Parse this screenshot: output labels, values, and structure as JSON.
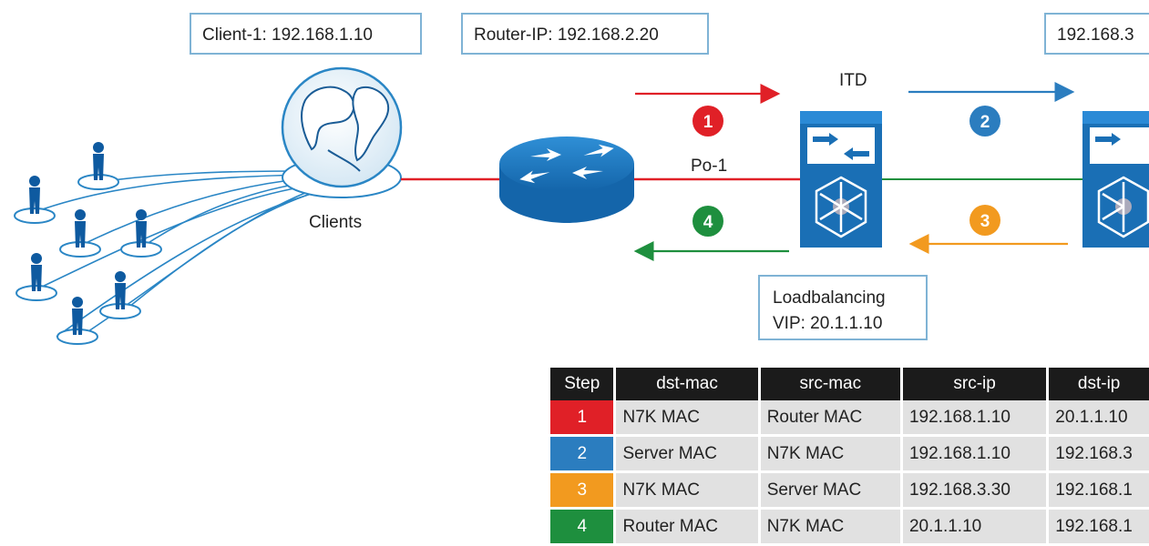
{
  "labels": {
    "client": "Client-1: 192.168.1.10",
    "router_ip": "Router-IP: 192.168.2.20",
    "server_ip": "192.168.3",
    "itd": "ITD",
    "po": "Po-1",
    "clients": "Clients",
    "lb_line1": "Loadbalancing",
    "lb_line2": "VIP: 20.1.1.10"
  },
  "steps_badges": [
    "1",
    "2",
    "3",
    "4"
  ],
  "colors": {
    "step1": "#e02027",
    "step2": "#2b7dbf",
    "step3": "#f29a1f",
    "step4": "#1e8f3e",
    "device_blue": "#1a6fb5",
    "client_line": "#2a86c5"
  },
  "table": {
    "headers": [
      "Step",
      "dst-mac",
      "src-mac",
      "src-ip",
      "dst-ip"
    ],
    "rows": [
      [
        "1",
        "N7K MAC",
        "Router MAC",
        "192.168.1.10",
        "20.1.1.10"
      ],
      [
        "2",
        "Server MAC",
        "N7K MAC",
        "192.168.1.10",
        "192.168.3"
      ],
      [
        "3",
        "N7K MAC",
        "Server MAC",
        "192.168.3.30",
        "192.168.1"
      ],
      [
        "4",
        "Router MAC",
        "N7K MAC",
        "20.1.1.10",
        "192.168.1"
      ]
    ]
  }
}
